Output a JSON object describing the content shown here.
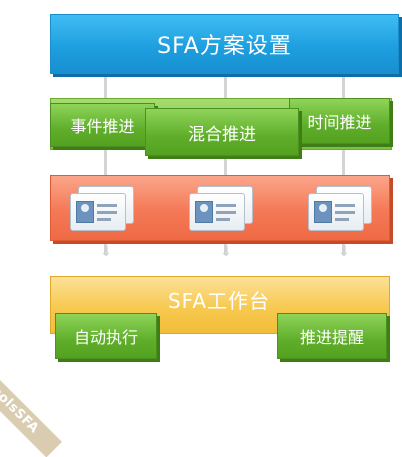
{
  "top": {
    "title": "SFA方案设置"
  },
  "trigger_buttons": {
    "event": "事件推进",
    "mixed": "混合推进",
    "time": "时间推进"
  },
  "workbench": {
    "title": "SFA工作台"
  },
  "action_buttons": {
    "auto": "自动执行",
    "remind": "推进提醒"
  },
  "watermark": "XToolsSFA",
  "arrows": {
    "glyph": "⇩"
  },
  "colors": {
    "blue": "#1e9fdf",
    "green": "#5fae2a",
    "orange": "#f47956",
    "yellow": "#f7c950"
  }
}
